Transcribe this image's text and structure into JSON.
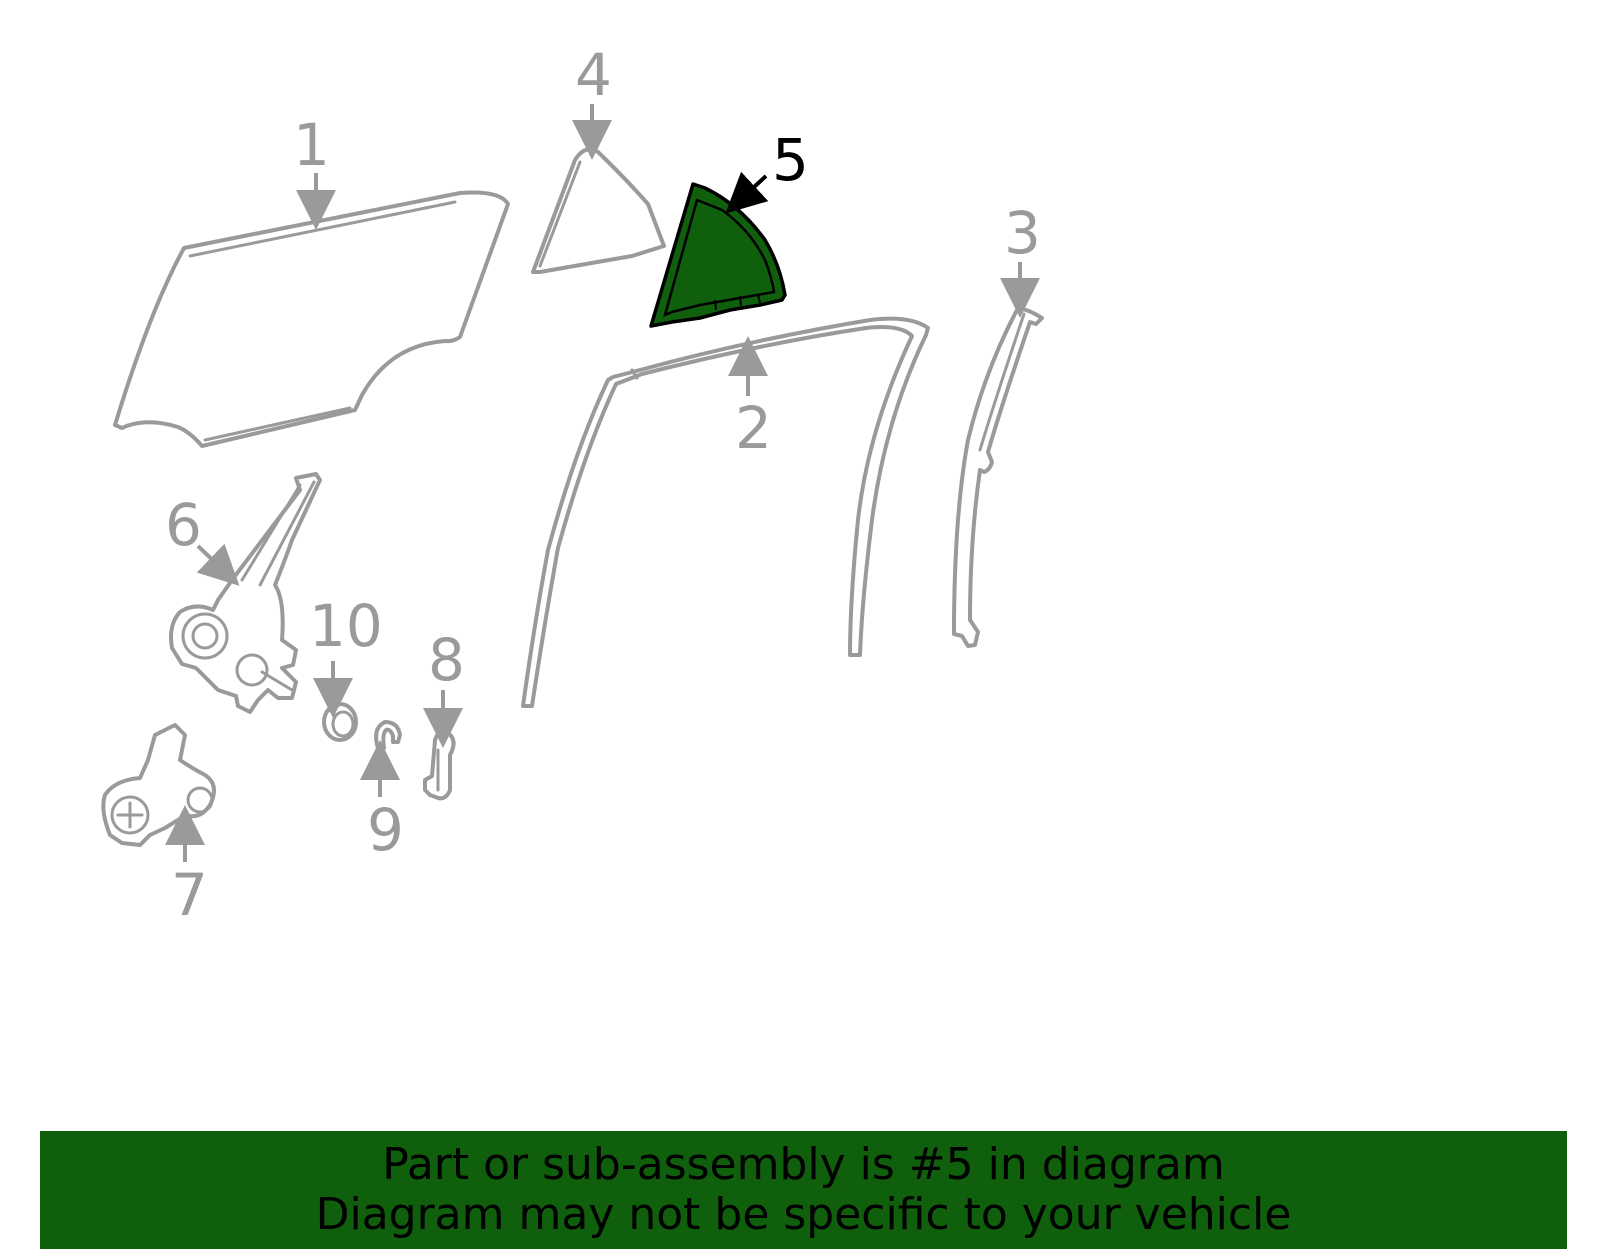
{
  "diagram": {
    "highlight_color": "#0f5f0c",
    "line_color": "#9a9a9a",
    "callouts": {
      "c1": "1",
      "c2": "2",
      "c3": "3",
      "c4": "4",
      "c5": "5",
      "c6": "6",
      "c7": "7",
      "c8": "8",
      "c9": "9",
      "c10": "10"
    },
    "highlighted_part": "5"
  },
  "banner": {
    "line1": "Part or sub-assembly is #5 in diagram",
    "line2": "Diagram may not be specific to your vehicle",
    "background": "#0f5f0c"
  }
}
